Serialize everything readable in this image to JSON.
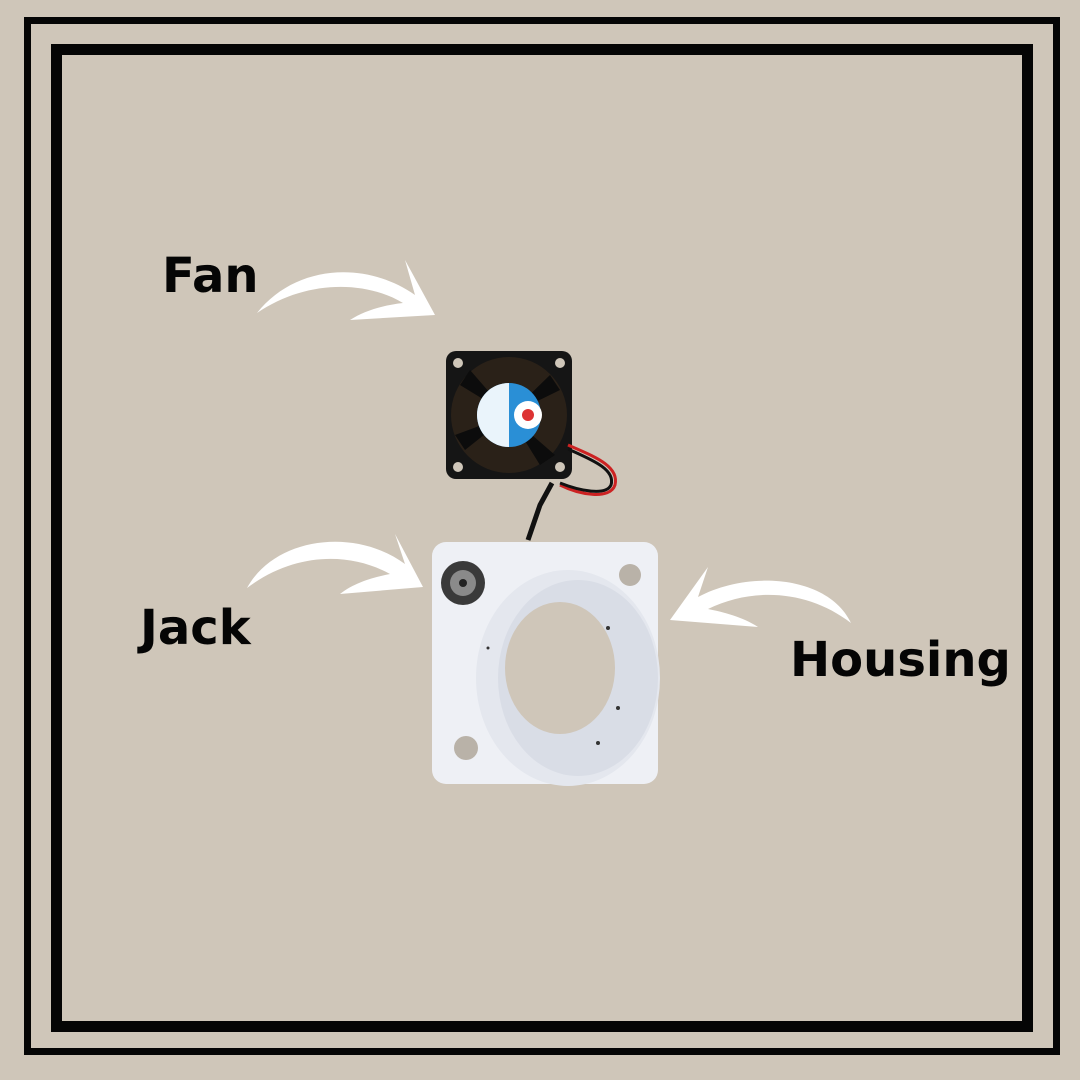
{
  "background_color": "#cfc6b9",
  "frame_color": "#050505",
  "arrow_color": "#ffffff",
  "labels": {
    "fan": "Fan",
    "jack": "Jack",
    "housing": "Housing"
  },
  "components": [
    {
      "name": "fan",
      "description": "Black cooling fan with blue-and-white center sticker and red/black wire"
    },
    {
      "name": "jack",
      "description": "Round metal DC power jack mounted in housing corner"
    },
    {
      "name": "housing",
      "description": "White 3D-printed square housing with circular duct and mounting holes"
    }
  ]
}
